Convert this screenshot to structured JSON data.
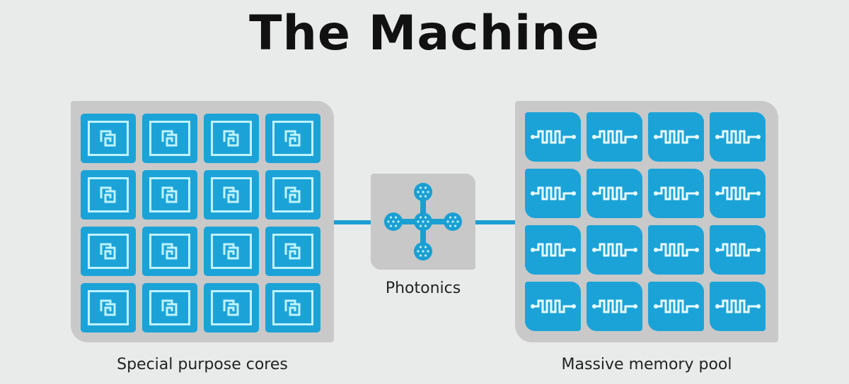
{
  "title": "The Machine",
  "colors": {
    "accent": "#1ba3d8",
    "panel": "#c9c9c9",
    "background": "#e9ebea"
  },
  "left_panel": {
    "label": "Special purpose cores",
    "icon": "processor-core-icon",
    "rows": 4,
    "cols": 4
  },
  "center": {
    "label": "Photonics",
    "icon": "photonics-network-icon"
  },
  "right_panel": {
    "label": "Massive memory pool",
    "icon": "memory-signal-icon",
    "rows": 4,
    "cols": 4
  }
}
